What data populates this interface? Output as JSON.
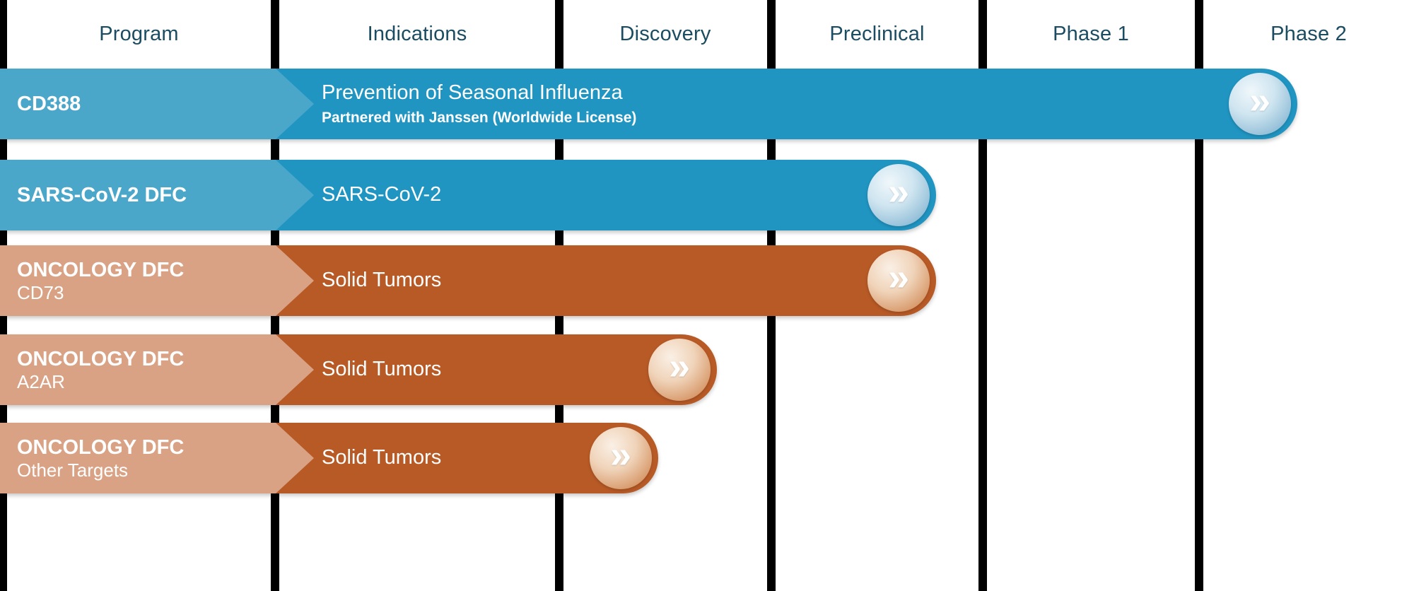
{
  "header": {
    "columns": [
      {
        "label": "Program"
      },
      {
        "label": "Indications"
      },
      {
        "label": "Discovery"
      },
      {
        "label": "Preclinical"
      },
      {
        "label": "Phase 1"
      },
      {
        "label": "Phase 2"
      }
    ]
  },
  "colors": {
    "blue_main": "#2095c2",
    "blue_light": "#4ba7ca",
    "orange_main": "#b85a26",
    "orange_light": "#d9a284",
    "header_text": "#1b4c61",
    "grid_line": "#000000",
    "bar_text": "#ffffff"
  },
  "icons": {
    "double_chevron": "»"
  },
  "rows": [
    {
      "program": "CD388",
      "indication": "Prevention of Seasonal Influenza",
      "indication_sub": "Partnered with Janssen (Worldwide License)",
      "theme": "blue",
      "bar_end": 1835,
      "stage_reached": "Phase 2"
    },
    {
      "program": "SARS-CoV-2 DFC",
      "indication": "SARS-CoV-2",
      "theme": "blue",
      "bar_end": 1324,
      "stage_reached": "Preclinical"
    },
    {
      "program": "ONCOLOGY DFC",
      "program_sub": "CD73",
      "indication": "Solid Tumors",
      "theme": "orange",
      "bar_end": 1324,
      "stage_reached": "Preclinical"
    },
    {
      "program": "ONCOLOGY DFC",
      "program_sub": "A2AR",
      "indication": "Solid Tumors",
      "theme": "orange",
      "bar_end": 1014,
      "stage_reached": "Discovery"
    },
    {
      "program": "ONCOLOGY DFC",
      "program_sub": "Other Targets",
      "indication": "Solid Tumors",
      "theme": "orange",
      "bar_end": 931,
      "stage_reached": "Discovery"
    }
  ],
  "chart_data": {
    "type": "bar",
    "orientation": "horizontal",
    "stages": [
      "Discovery",
      "Preclinical",
      "Phase 1",
      "Phase 2"
    ],
    "series": [
      {
        "program": "CD388",
        "indication": "Prevention of Seasonal Influenza",
        "note": "Partnered with Janssen (Worldwide License)",
        "stage_reached": "Phase 2"
      },
      {
        "program": "SARS-CoV-2 DFC",
        "indication": "SARS-CoV-2",
        "stage_reached": "Preclinical"
      },
      {
        "program": "ONCOLOGY DFC CD73",
        "indication": "Solid Tumors",
        "stage_reached": "Preclinical"
      },
      {
        "program": "ONCOLOGY DFC A2AR",
        "indication": "Solid Tumors",
        "stage_reached": "Discovery"
      },
      {
        "program": "ONCOLOGY DFC Other Targets",
        "indication": "Solid Tumors",
        "stage_reached": "Discovery"
      }
    ],
    "legend": "off",
    "grid": "vertical stage separators"
  }
}
